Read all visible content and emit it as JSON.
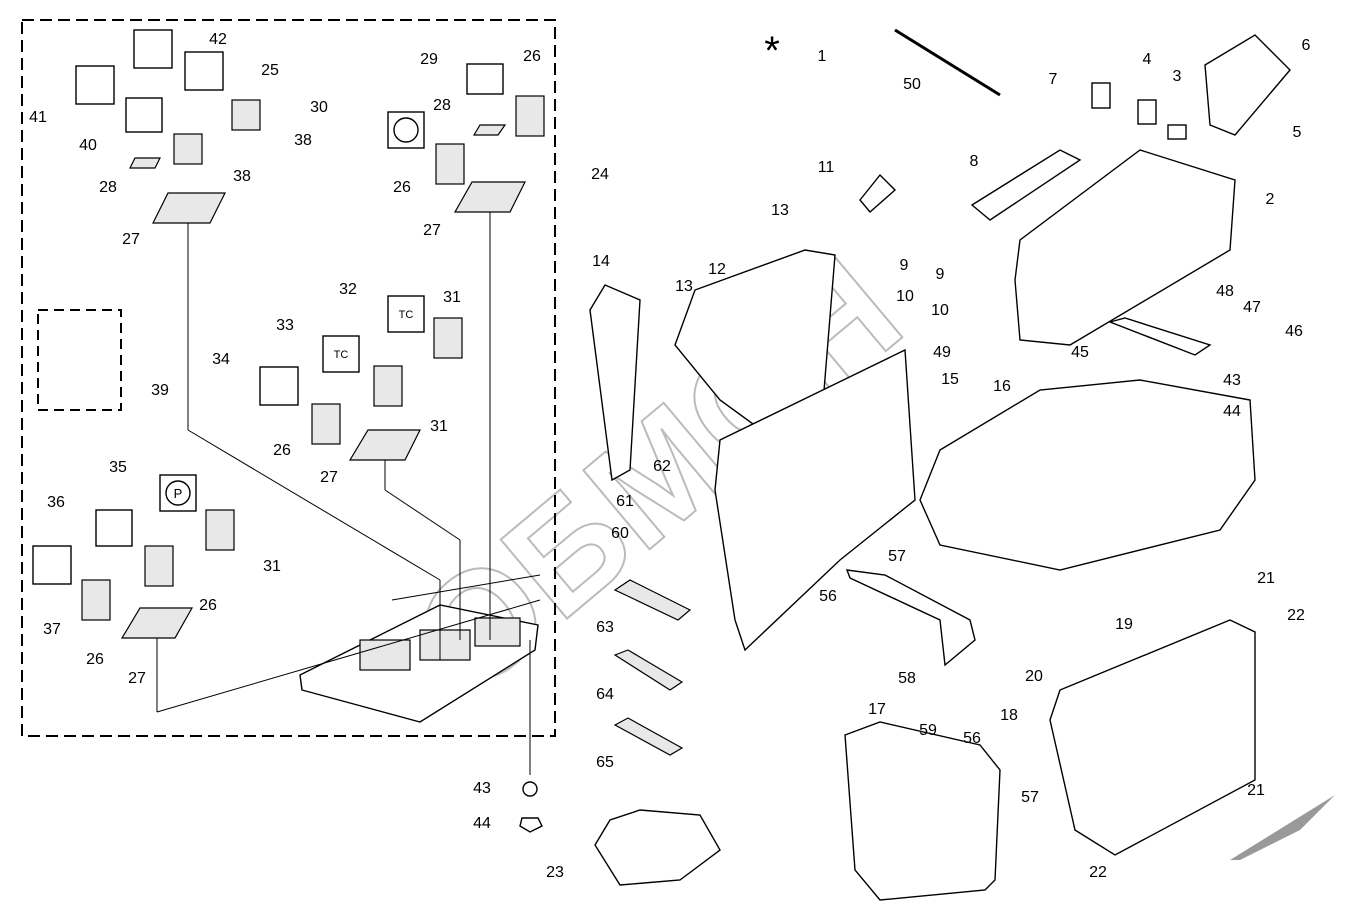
{
  "diagram": {
    "type": "exploded parts diagram",
    "note_marker": "*",
    "watermark": "ОБМОН",
    "labels": [
      "1",
      "50",
      "7",
      "4",
      "3",
      "6",
      "5",
      "2",
      "8",
      "11",
      "9",
      "10",
      "9",
      "10",
      "13",
      "13",
      "12",
      "14",
      "48",
      "47",
      "46",
      "45",
      "43",
      "44",
      "49",
      "15",
      "16",
      "62",
      "61",
      "60",
      "63",
      "64",
      "65",
      "57",
      "56",
      "58",
      "59",
      "56",
      "57",
      "17",
      "21",
      "22",
      "19",
      "20",
      "18",
      "21",
      "22",
      "23",
      "43",
      "44",
      "42",
      "25",
      "41",
      "40",
      "38",
      "38",
      "28",
      "27",
      "29",
      "26",
      "30",
      "28",
      "26",
      "27",
      "24",
      "32",
      "31",
      "33",
      "34",
      "39",
      "31",
      "26",
      "27",
      "35",
      "36",
      "31",
      "26",
      "37",
      "26",
      "27"
    ]
  }
}
